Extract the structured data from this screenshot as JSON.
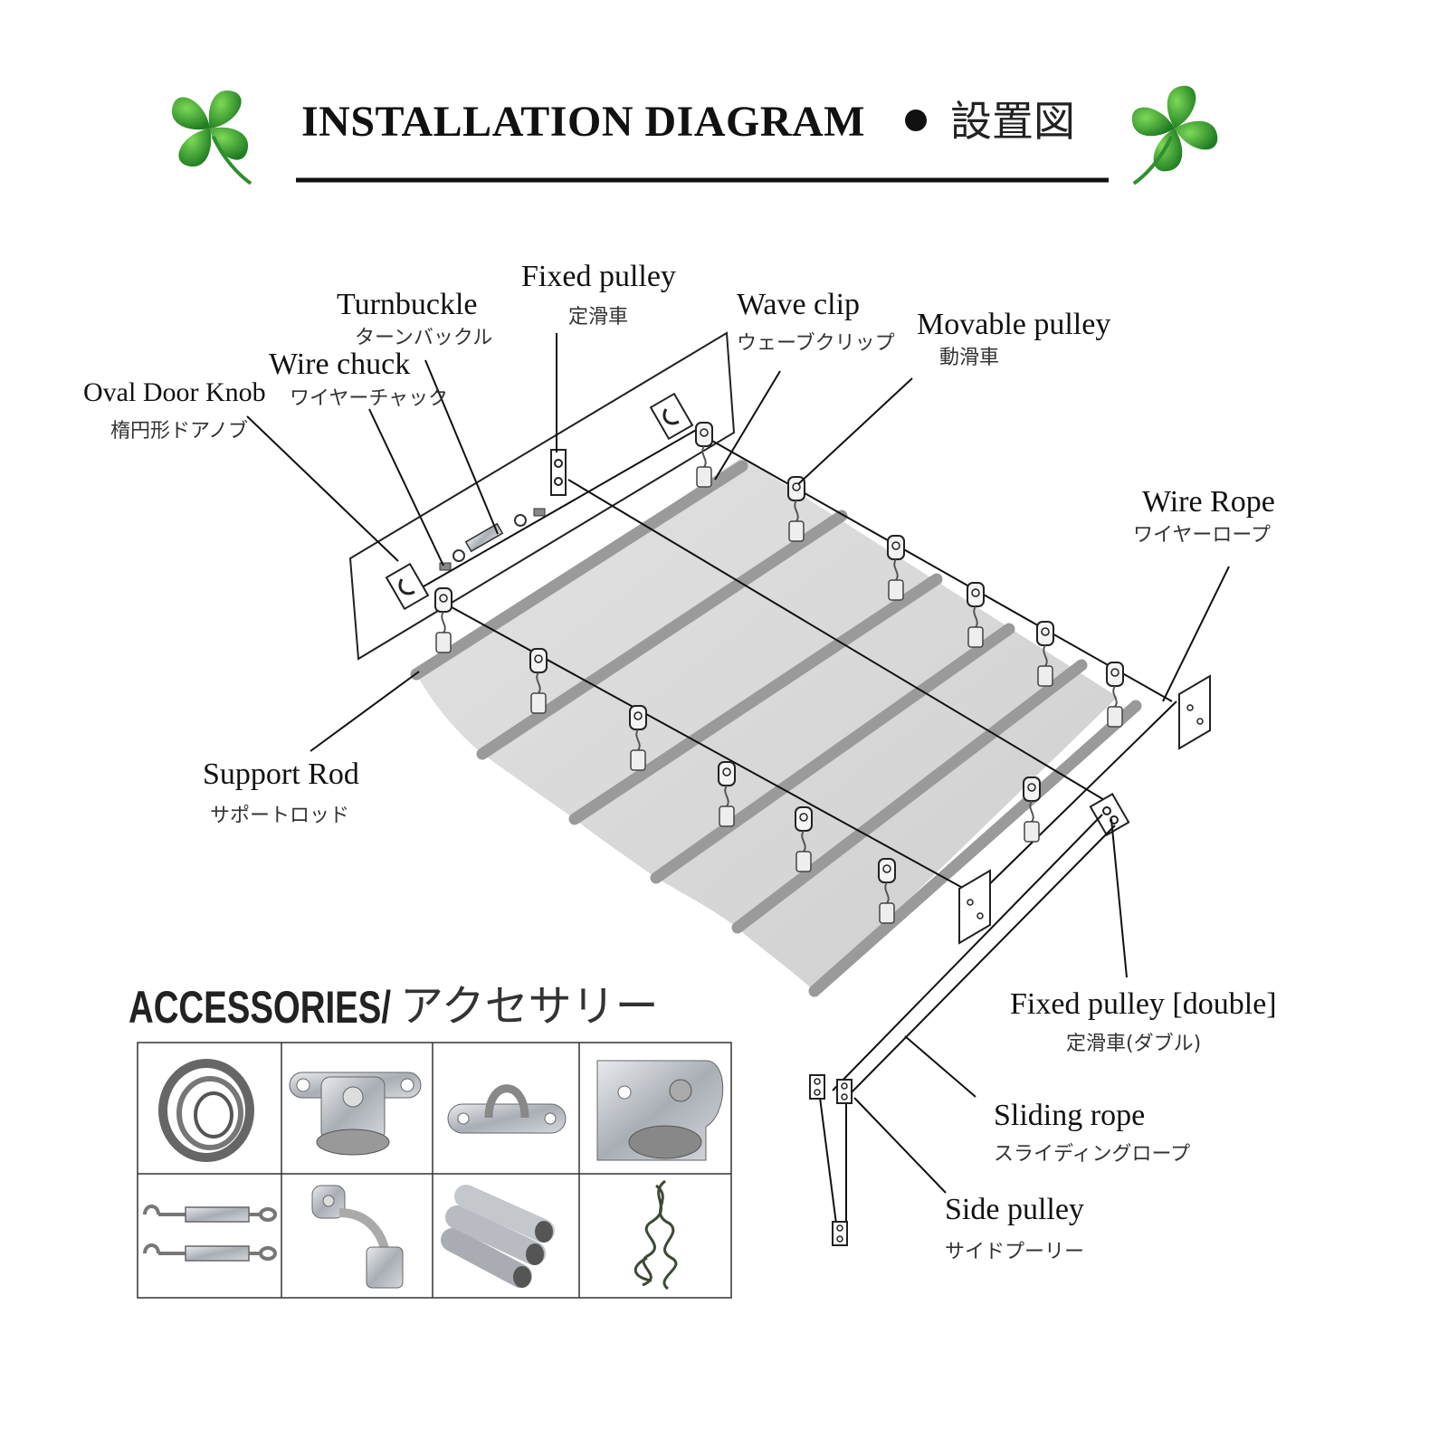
{
  "header": {
    "title_en": "INSTALLATION DIAGRAM",
    "title_jp": "設置図"
  },
  "labels": {
    "oval_door_knob": {
      "en": "Oval Door Knob",
      "jp": "楕円形ドアノブ"
    },
    "wire_chuck": {
      "en": "Wire chuck",
      "jp": "ワイヤーチャック"
    },
    "turnbuckle": {
      "en": "Turnbuckle",
      "jp": "ターンバックル"
    },
    "fixed_pulley": {
      "en": "Fixed pulley",
      "jp": "定滑車"
    },
    "wave_clip": {
      "en": "Wave clip",
      "jp": "ウェーブクリップ"
    },
    "movable_pulley": {
      "en": "Movable pulley",
      "jp": "動滑車"
    },
    "wire_rope": {
      "en": "Wire Rope",
      "jp": "ワイヤーロープ"
    },
    "support_rod": {
      "en": "Support Rod",
      "jp": "サポートロッド"
    },
    "fixed_pulley_double": {
      "en": "Fixed pulley [double]",
      "jp": "定滑車(ダブル)"
    },
    "sliding_rope": {
      "en": "Sliding rope",
      "jp": "スライディングロープ"
    },
    "side_pulley": {
      "en": "Side pulley",
      "jp": "サイドプーリー"
    }
  },
  "accessories": {
    "title_en": "ACCESSORIES/",
    "title_jp": "アクセサリー",
    "items": [
      "wire-coil",
      "fixed-pulley",
      "oval-door-knob",
      "fixed-pulley-double",
      "turnbuckle",
      "wave-clip",
      "support-rods",
      "sliding-rope"
    ]
  },
  "colors": {
    "leaf_green": "#2f9e2f",
    "canopy_gray": "#d6d6d6",
    "rod_gray": "#9a9a9a",
    "metal": "#b8bcc2"
  }
}
